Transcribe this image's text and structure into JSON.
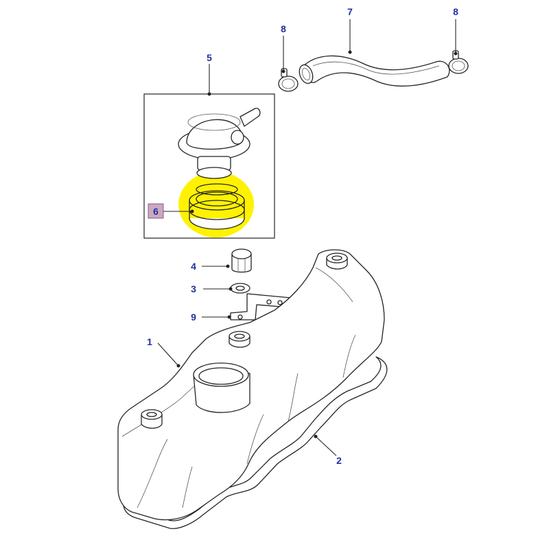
{
  "colors": {
    "label": "#1f2f9e",
    "highlight": "#fff200",
    "highlight_label_bg": "#c9a9c0",
    "line": "#222222"
  },
  "labels": {
    "p1": "1",
    "p2": "2",
    "p3": "3",
    "p4": "4",
    "p5": "5",
    "p6": "6",
    "p7": "7",
    "p8_left": "8",
    "p8_right": "8",
    "p9": "9"
  },
  "highlighted_part": "6"
}
